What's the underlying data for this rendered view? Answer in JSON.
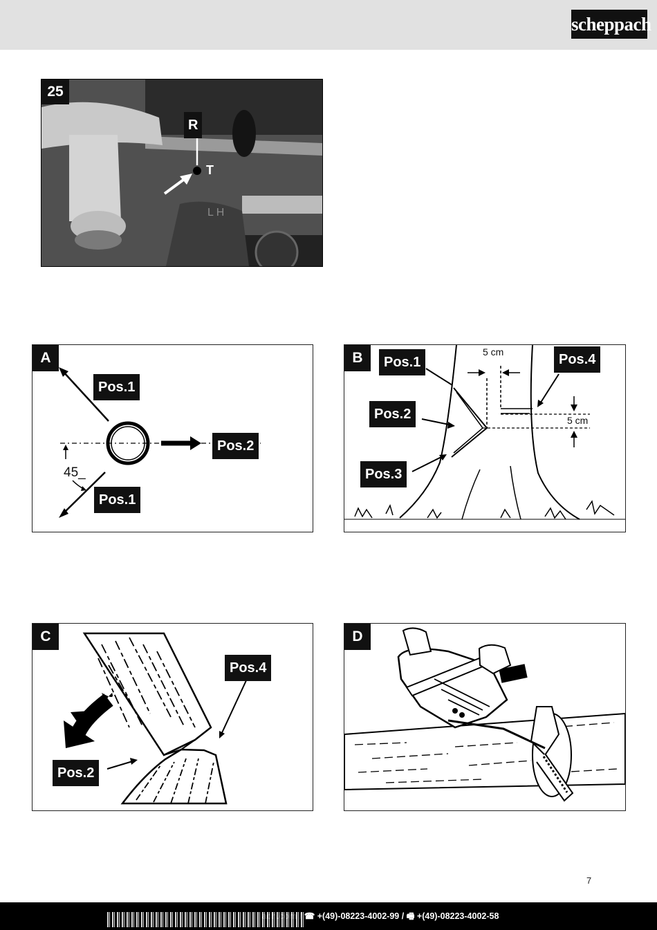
{
  "brand": "scheppach",
  "photo": {
    "number": "25",
    "label_r": "R",
    "label_t": "T",
    "stamp": "L H"
  },
  "figA": {
    "tag": "A",
    "pos1_top": "Pos.1",
    "pos2": "Pos.2",
    "pos1_bottom": "Pos.1",
    "angle": "45_"
  },
  "figB": {
    "tag": "B",
    "pos1": "Pos.1",
    "pos2": "Pos.2",
    "pos3": "Pos.3",
    "pos4": "Pos.4",
    "dim_h": "5 cm",
    "dim_v": "5 cm"
  },
  "figC": {
    "tag": "C",
    "pos4": "Pos.4",
    "pos2": "Pos.2"
  },
  "figD": {
    "tag": "D"
  },
  "page_number": "7",
  "footer": "ach.com / ☎ +(49)-08223-4002-99 / 🖷 +(49)-08223-4002-58"
}
